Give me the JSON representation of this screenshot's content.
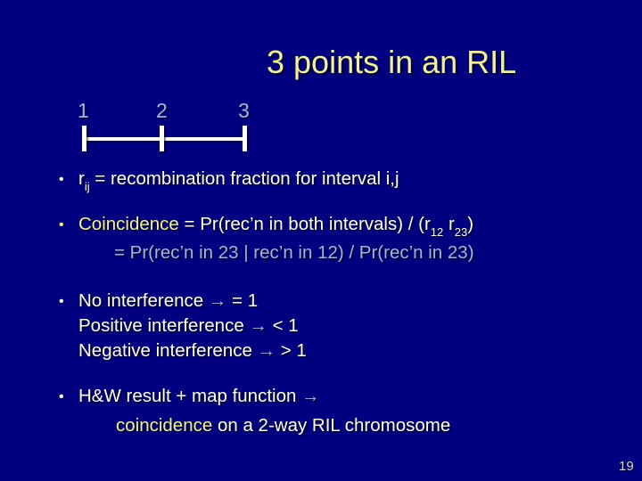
{
  "slide": {
    "title": "3 points in an RIL",
    "page_number": "19",
    "diagram": {
      "labels": [
        "1",
        "2",
        "3"
      ]
    },
    "bullets": {
      "b1": {
        "bullet": "•",
        "var": "r",
        "var_sub": "ij",
        "rest": " = recombination fraction for interval i,j"
      },
      "b2": {
        "bullet": "•",
        "line1": {
          "highlight": "Coincidence",
          "mid1": " = Pr(rec’n in both intervals) / (r",
          "sub1": "12",
          "mid2": " r",
          "sub2": "23",
          "end": ")"
        },
        "line2": "= Pr(rec’n in 23 | rec’n in 12) / Pr(rec’n in 23)"
      },
      "b3": {
        "bullet": "•",
        "lines": [
          {
            "text": "No interference ",
            "arrow": "→",
            "value": " = 1"
          },
          {
            "text": "Positive interference ",
            "arrow": "→",
            "value": " < 1"
          },
          {
            "text": "Negative interference ",
            "arrow": "→",
            "value": " > 1"
          }
        ]
      },
      "b4": {
        "bullet": "•",
        "line1": {
          "text": "H&W result + map function ",
          "arrow": "→"
        },
        "line2": {
          "highlight": "coincidence",
          "rest": " on a 2-way RIL chromosome"
        }
      }
    },
    "colors": {
      "background": "#000080",
      "title_yellow": "#F2EFA0",
      "body_white": "#FFFFFF",
      "accent_blue": "#9BB6E8",
      "page_number_gray": "#D9D9D9"
    }
  }
}
